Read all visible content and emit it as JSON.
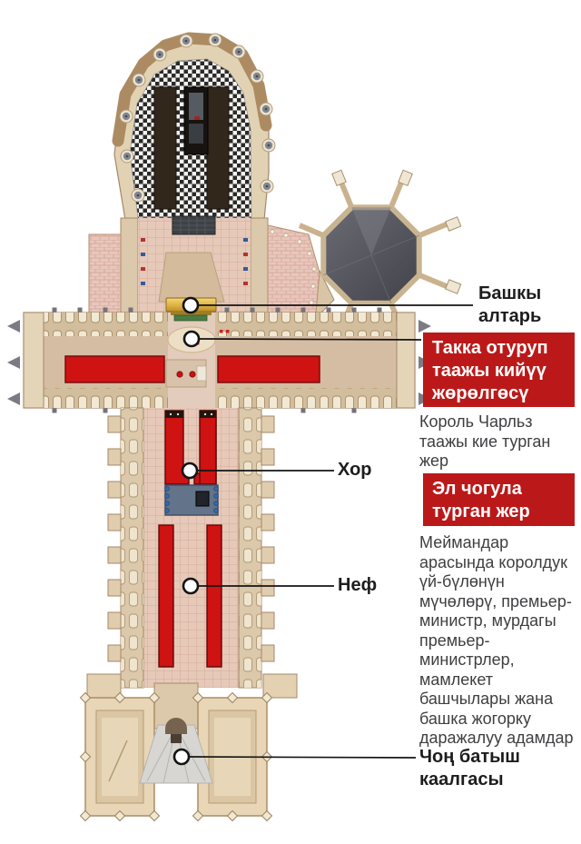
{
  "figure": {
    "background": "#ffffff",
    "callouts": {
      "main_altar": {
        "label": "Башкы алтарь"
      },
      "coronation": {
        "highlight": "Такка отуруп таажы кийүү жөрөлгөсү",
        "description": "Король Чарльз таажы кие турган жер"
      },
      "choir": {
        "label": "Хор"
      },
      "congregation": {
        "highlight": "Эл чогула турган жер",
        "description": "Меймандар арасында королдук үй-бүлөнүн мүчөлөрү, премьер-министр, мурдагы премьер-министрлер, мамлекет башчылары жана башка жогорку даражалуу адамдар"
      },
      "nave": {
        "label": "Неф"
      },
      "west_door": {
        "label": "Чоң батыш каалгасы"
      }
    },
    "colors": {
      "highlight_box_red": "#bb1919",
      "carpet_red": "#cf1212",
      "altar_gold": "#e0b44a",
      "stone_tan": "#e2d2b4",
      "roof_gray": "#54545c",
      "label_text": "#1d1d1d",
      "description_text": "#3f3f42"
    }
  }
}
